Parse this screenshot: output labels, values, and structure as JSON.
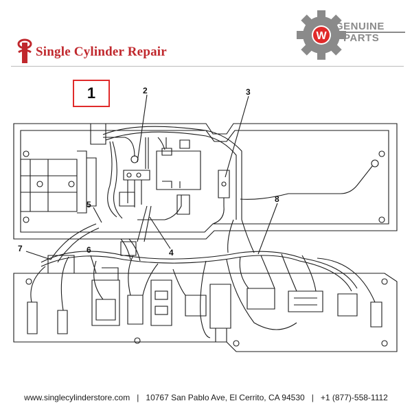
{
  "header": {
    "brand_name": "Single Cylinder Repair",
    "badge_top": "GENUINE",
    "badge_bottom": "PARTS",
    "badge_letter": "W"
  },
  "diagram": {
    "callouts": [
      "1",
      "2",
      "3",
      "4",
      "5",
      "6",
      "7",
      "8"
    ],
    "colors": {
      "line": "#1a1a1a",
      "highlight": "#e02a2a",
      "brand": "#c0282d",
      "badge": "#8a8a8a"
    }
  },
  "footer": {
    "website": "www.singlecylinderstore.com",
    "separator": "|",
    "address": "10767 San Pablo Ave, El Cerrito, CA 94530",
    "phone": "+1 (877)-558-1112"
  }
}
